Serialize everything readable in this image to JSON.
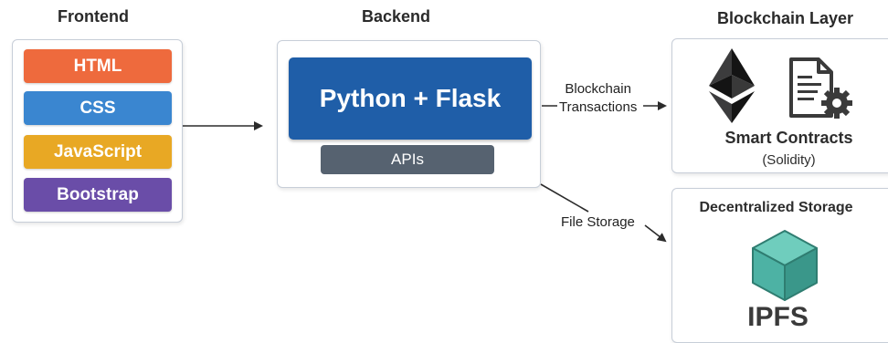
{
  "frontend": {
    "title": "Frontend",
    "items": [
      {
        "label": "HTML",
        "color": "#ee6a3d"
      },
      {
        "label": "CSS",
        "color": "#3a86d0"
      },
      {
        "label": "JavaScript",
        "color": "#e8a824"
      },
      {
        "label": "Bootstrap",
        "color": "#6a4da8"
      }
    ]
  },
  "backend": {
    "title": "Backend",
    "main_label": "Python + Flask",
    "main_color": "#1f5ea8",
    "apis_label": "APIs",
    "apis_color": "#566270"
  },
  "connections": {
    "blockchain_label_line1": "Blockchain",
    "blockchain_label_line2": "Transactions",
    "storage_label": "File Storage"
  },
  "blockchain_layer": {
    "title": "Blockchain Layer",
    "contracts_title": "Smart Contracts",
    "contracts_subtitle": "(Solidity)",
    "icons": [
      "ethereum-icon",
      "contract-document-icon"
    ]
  },
  "storage": {
    "title": "Decentralized Storage",
    "name": "IPFS",
    "icon": "ipfs-cube-icon",
    "cube_color": "#4db2a4"
  }
}
